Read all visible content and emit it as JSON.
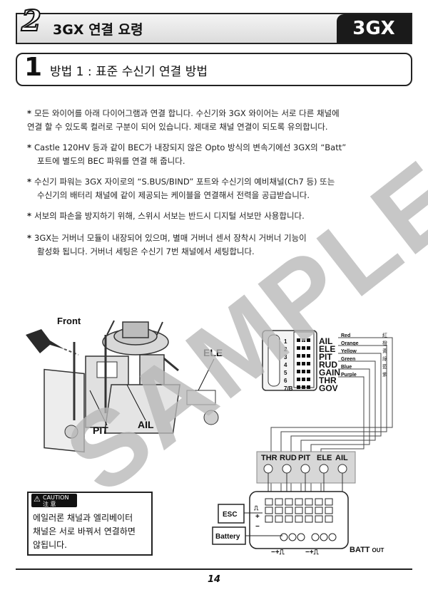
{
  "header": {
    "chapter_number": "2",
    "title": "3GX 연결 요령",
    "model_badge": "3GX"
  },
  "section": {
    "number": "1",
    "title": "방법 1 : 표준 수신기 연결 방법"
  },
  "bullets": [
    {
      "marker": "*",
      "line1": "모든 와이어를 아래 다이어그램과 연결 합니다. 수신기와 3GX 와이어는 서로 다른 채널에",
      "line2": "연결 할 수 있도록 컬러로 구분이 되어 있습니다. 제대로 채널 연결이 되도록 유의합니다."
    },
    {
      "marker": "*",
      "line1": "Castle 120HV 등과 같이 BEC가 내장되지 않은 Opto 방식의 변속기에선 3GX의 “Batt”",
      "line2": "포트에 별도의 BEC 파워를 연결 해 줍니다."
    },
    {
      "marker": "*",
      "line1": "수신기 파워는 3GX 자이로의 “S.BUS/BIND” 포트와 수신기의 예비채널(Ch7 등) 또는",
      "line2": "수신기의 배터리 채널에 같이 제공되는 케이블을 연결해서 전력을 공급받습니다."
    },
    {
      "marker": "*",
      "line1": "서보의 파손을 방지하기 위해, 스위시 서보는 반드시 디지털 서보만 사용합니다."
    },
    {
      "marker": "*",
      "line1": "3GX는 거버너 모듈이 내장되어 있으며, 별매 거버너 센서 장착시 거버너 기능이",
      "line2": "활성화 됩니다. 거버너 세팅은 수신기 7번 채널에서 세팅합니다."
    }
  ],
  "diagram": {
    "label_front": "Front",
    "label_ele": "ELE",
    "label_pit": "PIT",
    "label_ail": "AIL",
    "receiver": {
      "channels": [
        "1",
        "2",
        "3",
        "4",
        "5",
        "6",
        "7/B"
      ],
      "functions": [
        "AIL",
        "ELE",
        "PIT",
        "RUD",
        "GAIN",
        "THR",
        "GOV"
      ],
      "wires": [
        {
          "color_name": "Red",
          "hanja": "紅",
          "color": "#d42020"
        },
        {
          "color_name": "Orange",
          "hanja": "橙",
          "color": "#f08a1c"
        },
        {
          "color_name": "Yellow",
          "hanja": "黃",
          "color": "#e8d21c"
        },
        {
          "color_name": "Green",
          "hanja": "綠",
          "color": "#2e9a3a"
        },
        {
          "color_name": "Blue",
          "hanja": "藍",
          "color": "#2a56c8"
        },
        {
          "color_name": "Purple",
          "hanja": "紫",
          "color": "#7a38a8"
        }
      ]
    },
    "gyro": {
      "port_labels": [
        "THR",
        "RUD",
        "PIT",
        "ELE",
        "AIL"
      ],
      "esc_label": "ESC",
      "battery_label": "Battery",
      "batt_out_label": "BATT",
      "batt_out_suffix": "OUT"
    }
  },
  "caution": {
    "badge_en": "CAUTION",
    "badge_ko": "注 意",
    "line1": "에일러론 채널과 엘리베이터",
    "line2": "채널은 서로 바꿔서 연결하면",
    "line3": "않됩니다."
  },
  "watermark": "SAMPLE",
  "footer": {
    "page_number": "14"
  }
}
